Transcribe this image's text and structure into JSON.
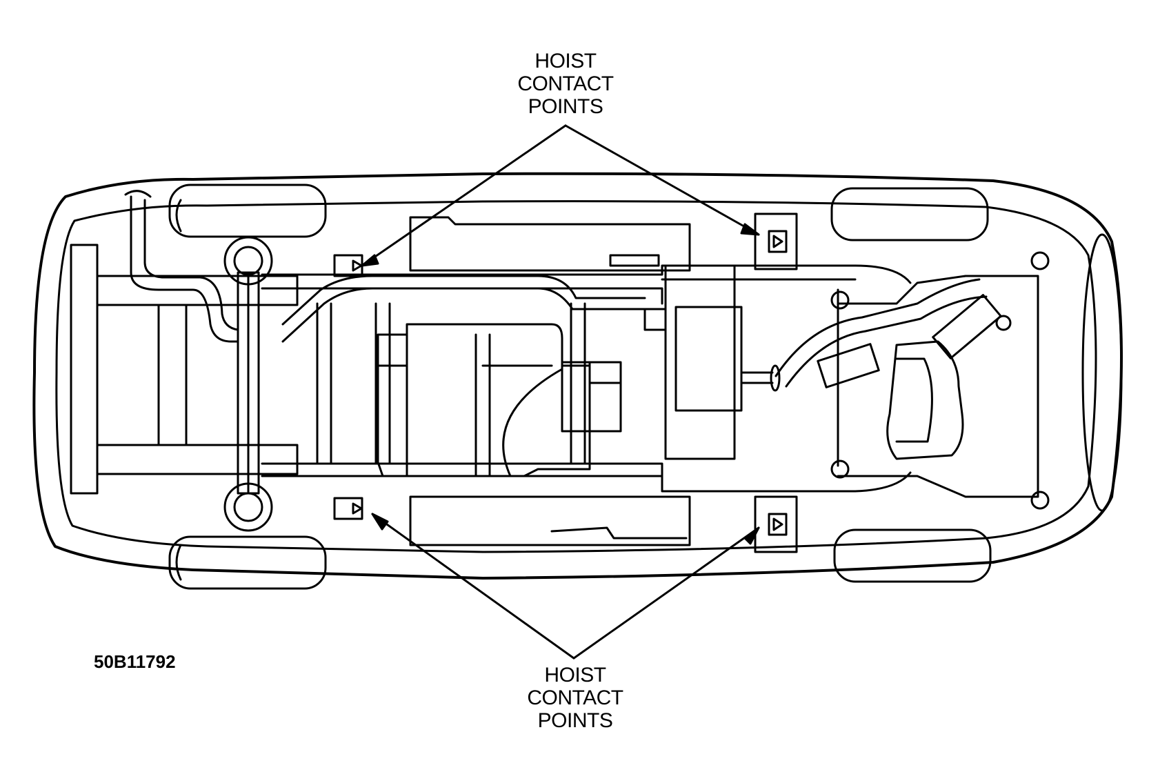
{
  "labels": {
    "top_callout": [
      "HOIST",
      "CONTACT",
      "POINTS"
    ],
    "bottom_callout": [
      "HOIST",
      "CONTACT",
      "POINTS"
    ],
    "figure_id": "50B11792"
  },
  "colors": {
    "ink": "#000000",
    "paper": "#ffffff"
  }
}
